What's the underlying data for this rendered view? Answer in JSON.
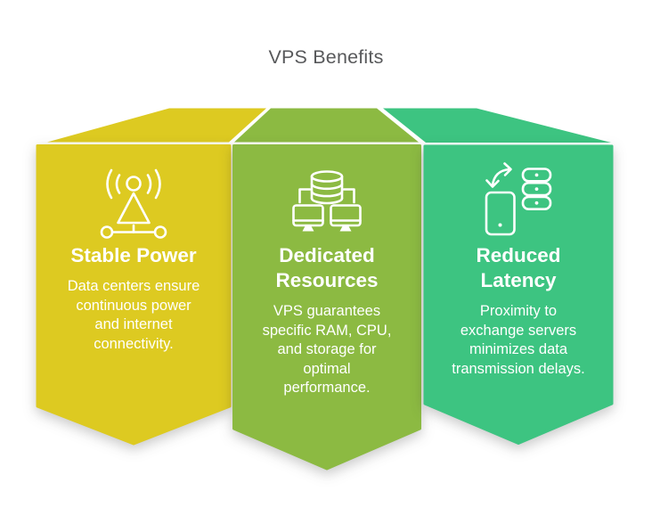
{
  "title": "VPS Benefits",
  "colors": {
    "banner1": "#ddca21",
    "banner2": "#8cba42",
    "banner3": "#3dc481",
    "title_text": "#58595b",
    "banner_text": "#ffffff",
    "background": "#ffffff"
  },
  "banners": [
    {
      "heading": "Stable Power",
      "description": "Data centers ensure\ncontinuous power\nand internet\nconnectivity.",
      "icon": "radio-antenna-icon",
      "color": "#ddca21"
    },
    {
      "heading": "Dedicated\nResources",
      "description": "VPS guarantees\nspecific RAM, CPU,\nand storage for\noptimal\nperformance.",
      "icon": "database-monitors-icon",
      "color": "#8cba42"
    },
    {
      "heading": "Reduced\nLatency",
      "description": "Proximity to\nexchange servers\nminimizes data\ntransmission delays.",
      "icon": "phone-server-sync-icon",
      "color": "#3dc481"
    }
  ]
}
